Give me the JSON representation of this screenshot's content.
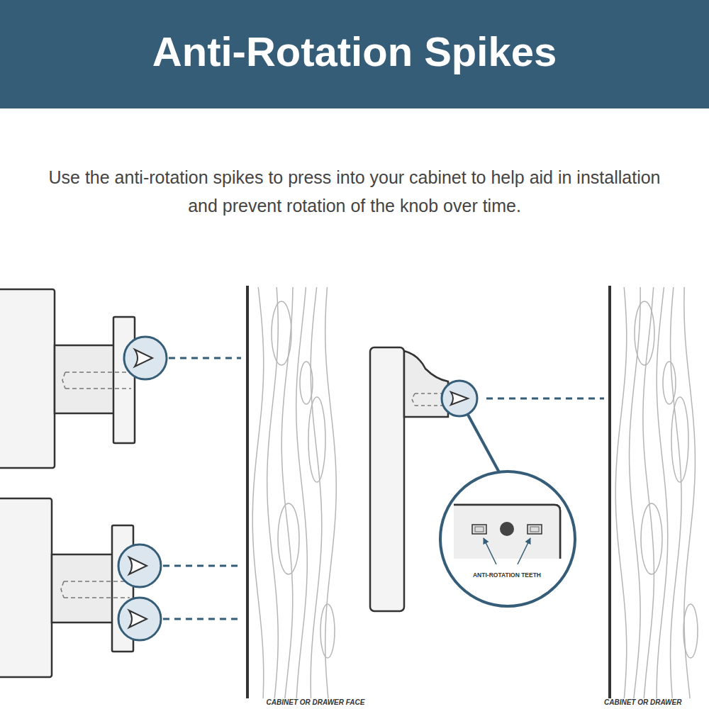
{
  "diagram": {
    "title": "Anti-Rotation Spikes",
    "caption": "Use the anti-rotation spikes to press into your cabinet to help aid in installation and prevent rotation of the knob over time.",
    "labels": [
      "ANTI-ROTATION TEETH",
      "CABINET OR DRAWER FACE",
      "CABINET OR DRAWER"
    ]
  }
}
